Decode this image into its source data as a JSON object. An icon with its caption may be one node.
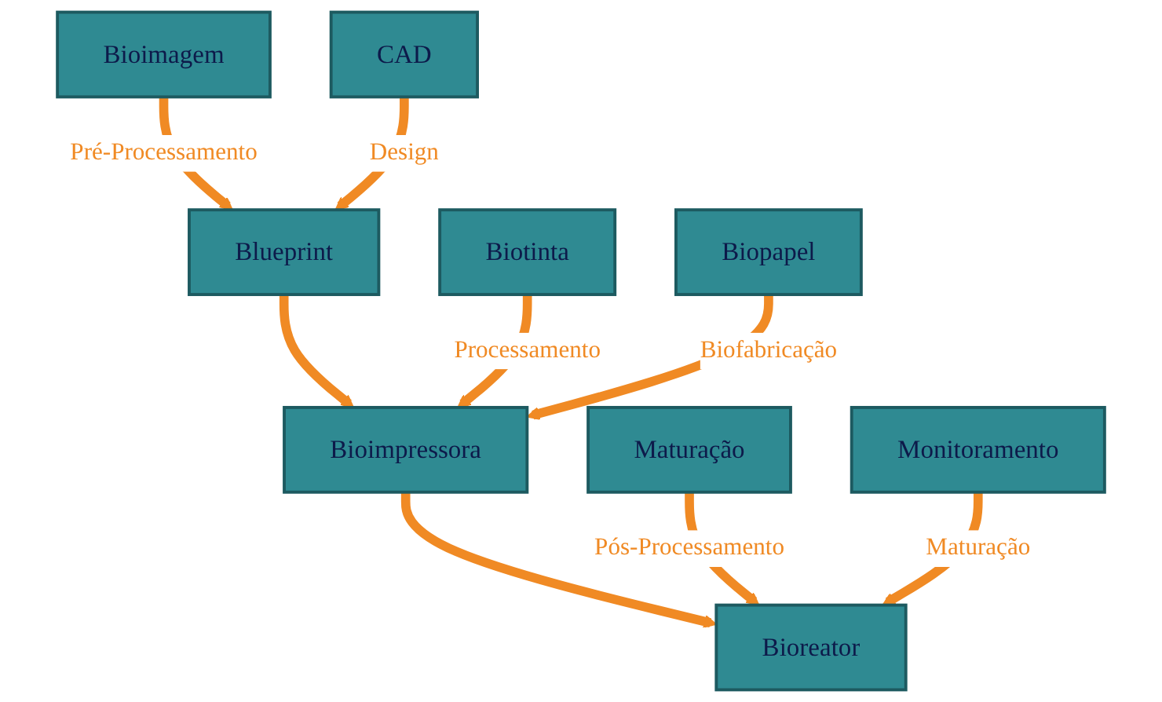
{
  "diagram": {
    "nodes": [
      {
        "text": [
          "Bioimagem"
        ]
      },
      {
        "text": [
          "CAD"
        ]
      },
      {
        "text": [
          "Blueprint"
        ]
      },
      {
        "text": [
          "Biotinta"
        ]
      },
      {
        "text": [
          "Biopapel"
        ]
      },
      {
        "text": [
          "Bioimpressora"
        ]
      },
      {
        "text": [
          "Maturação"
        ]
      },
      {
        "text": [
          "Monitoramento"
        ]
      },
      {
        "text": [
          "Bioreator"
        ]
      }
    ],
    "edges": [
      {
        "from": 0,
        "to": 2,
        "arrow": "to",
        "label": "Pré-Processamento"
      },
      {
        "from": 1,
        "to": 2,
        "arrow": "to",
        "label": "Design"
      },
      {
        "from": 2,
        "to": 5,
        "arrow": "to"
      },
      {
        "from": 3,
        "to": 5,
        "arrow": "to",
        "label": "Processamento"
      },
      {
        "from": 4,
        "to": 5,
        "arrow": "to",
        "label": "Biofabricação"
      },
      {
        "from": 5,
        "to": 8,
        "arrow": "to"
      },
      {
        "from": 6,
        "to": 8,
        "arrow": "to",
        "label": "Pós-Processamento"
      },
      {
        "from": 7,
        "to": 8,
        "arrow": "to",
        "label": "Maturação"
      }
    ]
  }
}
